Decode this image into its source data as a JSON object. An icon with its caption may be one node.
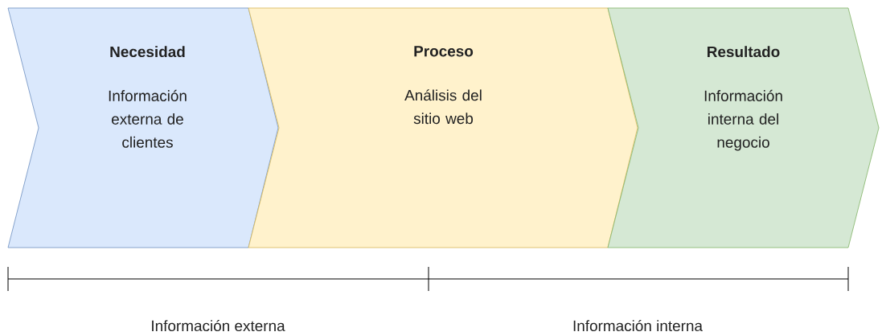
{
  "diagram": {
    "nodes": [
      {
        "text": [
          "Necesidad",
          "Información externa de clientes"
        ]
      },
      {
        "text": [
          "Proceso",
          "Análisis del sitio web"
        ]
      },
      {
        "text": [
          "Resultado",
          "Información interna del negocio"
        ]
      }
    ],
    "labels": [
      "Información externa",
      "Información interna"
    ]
  }
}
